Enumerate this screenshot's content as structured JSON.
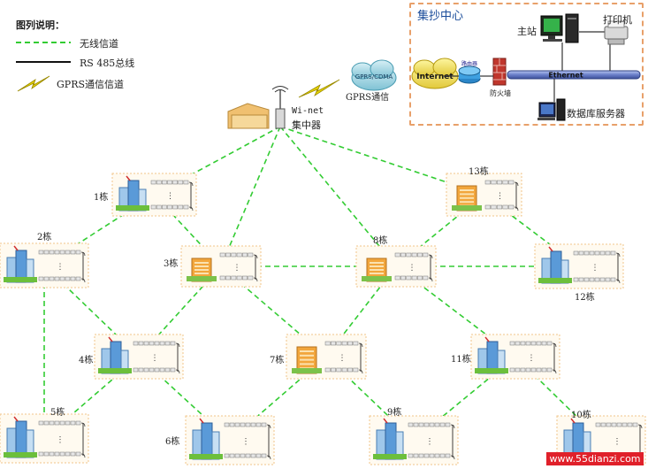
{
  "legend": {
    "title": "图列说明：",
    "wireless": "无线信道",
    "rs485": "RS 485总线",
    "gprs": "GPRS通信信道"
  },
  "center": {
    "title": "集抄中心",
    "main_station": "主站",
    "printer": "打印机",
    "internet": "Internet",
    "router": "路由器",
    "firewall": "防火墙",
    "ethernet": "Ethernet",
    "db_server": "数据库服务器",
    "gprs_cloud": "GPRS/CDMA",
    "gprs_comm": "GPRS通信"
  },
  "concentrator": {
    "line1": "Wi-net",
    "line2": "集中器"
  },
  "buildings": [
    {
      "id": "b1",
      "label": "1栋",
      "style": "blue"
    },
    {
      "id": "b2",
      "label": "2栋",
      "style": "blue"
    },
    {
      "id": "b3",
      "label": "3栋",
      "style": "orange"
    },
    {
      "id": "b4",
      "label": "4栋",
      "style": "blue"
    },
    {
      "id": "b5",
      "label": "5栋",
      "style": "blue"
    },
    {
      "id": "b6",
      "label": "6栋",
      "style": "blue"
    },
    {
      "id": "b7",
      "label": "7栋",
      "style": "orange"
    },
    {
      "id": "b8",
      "label": "8栋",
      "style": "orange"
    },
    {
      "id": "b9",
      "label": "9栋",
      "style": "blue"
    },
    {
      "id": "b10",
      "label": "10栋",
      "style": "blue"
    },
    {
      "id": "b11",
      "label": "11栋",
      "style": "blue"
    },
    {
      "id": "b12",
      "label": "12栋",
      "style": "blue"
    },
    {
      "id": "b13",
      "label": "13栋",
      "style": "orange"
    }
  ],
  "colors": {
    "wireless": "#33cc33",
    "bus": "#111111",
    "gprs": "#e0d000",
    "center_border": "#e8a06a",
    "ethernet": "#6a7fc9",
    "watermark": "#e0202a"
  },
  "watermark": "www.55dianzi.com"
}
